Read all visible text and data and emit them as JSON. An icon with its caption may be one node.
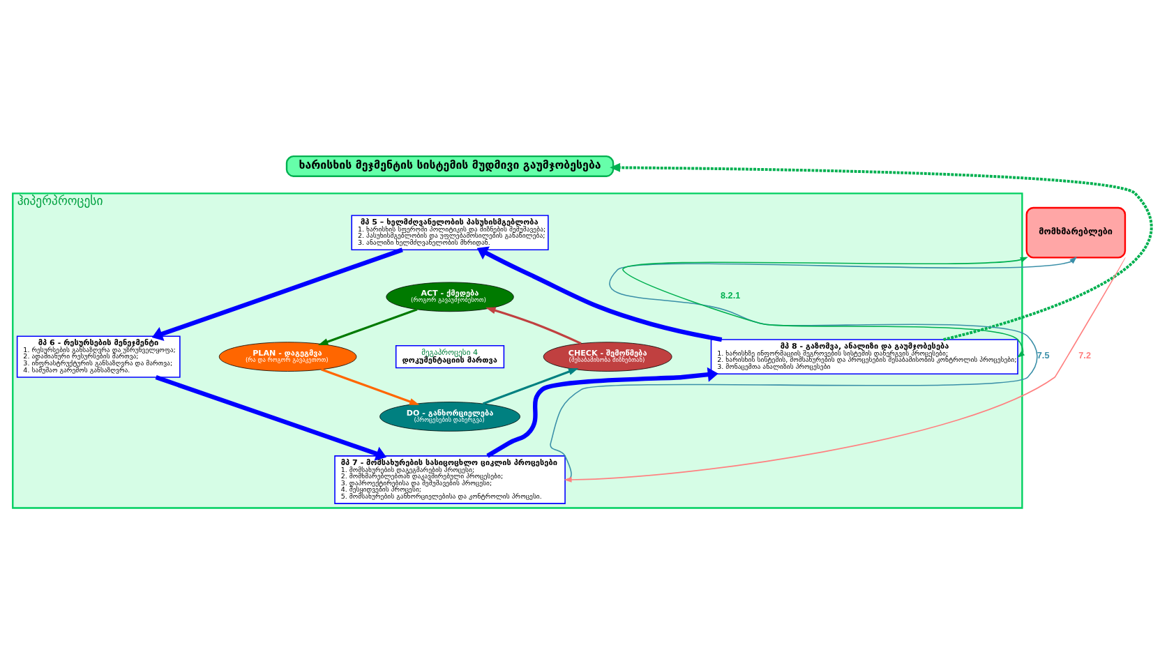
{
  "diagram": {
    "nodes": [
      {
        "text": [
          "ხარისხის მეჯმენტის სისტემის მუდმივი გაუმჯობესება"
        ]
      },
      {
        "text": [
          "ჰიპერპროცესი"
        ]
      },
      {
        "text": [
          "მპ 5 – ხელმძღვანელობის პასუხისმგებლობა",
          "1. ხარისხის სფეროში პოლიტიკის და მიზნების შემუშავება;",
          "2. პასუხისმგებლობის და უფლებამოსილების განაწილება;",
          "3. ანალიზი ხელმძღვანელობის მხრიდან."
        ],
        "in": 1
      },
      {
        "text": [
          "მპ 6 - რესურსების მენეჯმენტი",
          "1. რესურსების განსაზღვრა და უზრუნველყოფა;",
          "2. ადამიანური რესურსების მართვა;",
          "3. ინფრასტრუქტურის განსაზღვრა და მართვა;",
          "4. სამუშაო გარემოს განსაზღვრა."
        ],
        "in": 1
      },
      {
        "text": [
          "მპ 8 - გაზომვა, ანალიზი და გაუმჯობესება",
          "1. ხარისხზე ინფორმაციის შეგროვების სისტემის დანერგვის პროცესები;",
          "2. ხარისხის სისტემის, მომსახურების და პროცესების შესაბამისობის კონტროლის პროცესები;",
          "3. მონაცემთა ანალიზის პროცესები"
        ],
        "in": 1
      },
      {
        "text": [
          "მპ 7 - მომსახურების სასიცოცხლო ციკლის პროცესები",
          "1. მომსახურების დაგეგმარების პროცესი;",
          "2. მომხმარებლებთან დაკავშირებული პროცესები;",
          "3. დაპროექტირებისა და შემუშავების პროცესი;",
          "4. შესყიდვების პროცესი;",
          "5. მომსახურების განხორციელებისა და კონტროლის პროცესი."
        ],
        "in": 1
      },
      {
        "text": [
          "მეგაპროცესი 4",
          "დოკუმენტაციის მართვა"
        ],
        "in": 1
      },
      {
        "text": [
          "ACT - ქმედება",
          "(როგორ გავაუმჯობესოთ)"
        ],
        "in": 1
      },
      {
        "text": [
          "PLAN - დაგეგმვა",
          "(რა და როგორ გავაკეთოთ)"
        ],
        "in": 1
      },
      {
        "text": [
          "DO - განხორციელება",
          "(პროცესების დანერგვა)"
        ],
        "in": 1
      },
      {
        "text": [
          "CHECK - შემოწმება",
          "(შესაბამისობა მიზნებთან)"
        ],
        "in": 1
      },
      {
        "text": [
          "მომხმარებლები"
        ]
      }
    ],
    "edges": [
      {
        "from": 2,
        "to": 3,
        "arrow": "to",
        "style": "thick"
      },
      {
        "from": 3,
        "to": 5,
        "arrow": "to",
        "style": "thick"
      },
      {
        "from": 5,
        "to": 4,
        "arrow": "to",
        "style": "thick"
      },
      {
        "from": 4,
        "to": 2,
        "arrow": "to",
        "style": "thick"
      },
      {
        "from": 4,
        "to": 0,
        "arrow": "to",
        "style": "dashed",
        "color": "#00b050"
      },
      {
        "from": 8,
        "to": 9,
        "arrow": "to",
        "color": "#ff6600"
      },
      {
        "from": 9,
        "to": 10,
        "arrow": "to",
        "color": "#008080"
      },
      {
        "from": 10,
        "to": 7,
        "arrow": "to",
        "color": "#c04040"
      },
      {
        "from": 7,
        "to": 8,
        "arrow": "to",
        "color": "#007a00"
      },
      {
        "from": 11,
        "to": 4,
        "arrow": "both",
        "label": "8.2.1",
        "color": "#00b050"
      },
      {
        "from": 5,
        "to": 11,
        "arrow": "to",
        "label": "7.5",
        "color": "#3a8fa8"
      },
      {
        "from": 11,
        "to": 5,
        "arrow": "to",
        "label": "7.2",
        "color": "#ff8080"
      }
    ]
  }
}
